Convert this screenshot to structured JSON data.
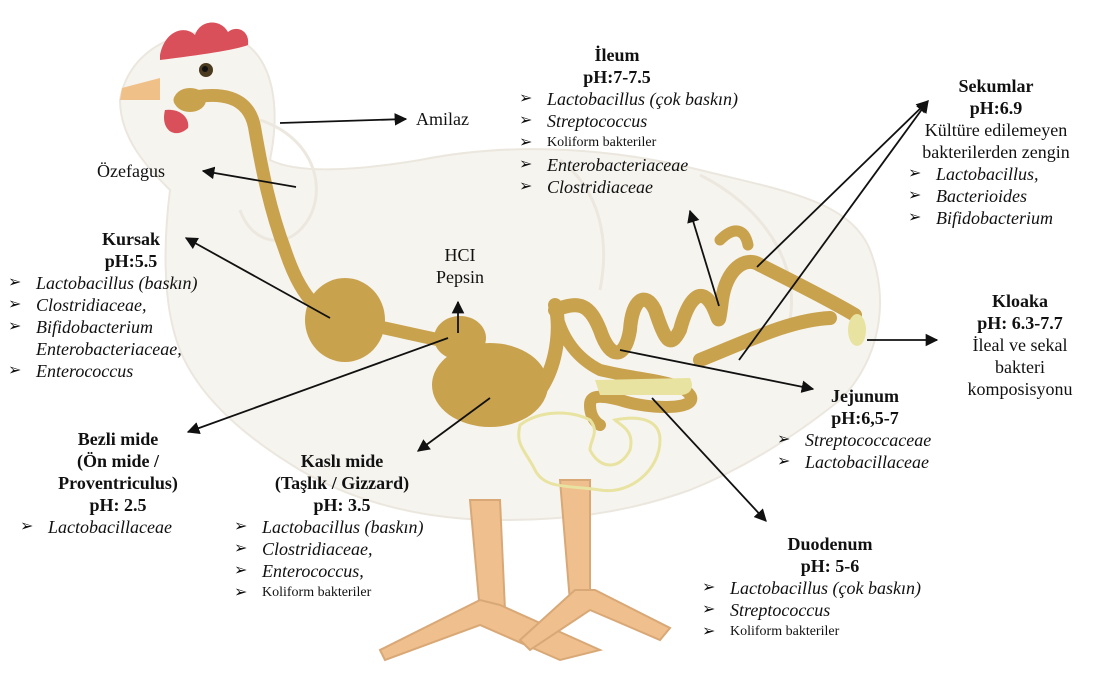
{
  "colors": {
    "tract": "#c9a24e",
    "pale_organ": "#e8e3a0",
    "body": "#f6f4ef",
    "comb": "#d9505a",
    "beak": "#f0c089",
    "legs": "#efbf8d"
  },
  "labels": {
    "ileum": {
      "title": "İleum",
      "ph": "pH:7-7.5",
      "items": [
        "Lactobacillus (çok baskın)",
        "Streptococcus",
        "Koliform bakteriler",
        "Enterobacteriaceae",
        "Clostridiaceae"
      ]
    },
    "sekumlar": {
      "title": "Sekumlar",
      "ph": "pH:6.9",
      "desc": [
        "Kültüre edilemeyen",
        "bakterilerden zengin"
      ],
      "items": [
        "Lactobacillus,",
        "Bacterioides",
        "Bifidobacterium"
      ]
    },
    "amilaz": "Amilaz",
    "ozefagus": "Özefagus",
    "kursak": {
      "title": "Kursak",
      "ph": "pH:5.5",
      "items": [
        "Lactobacillus (baskın)",
        "Clostridiaceae,",
        "Bifidobacterium",
        "Enterobacteriaceae,",
        "Enterococcus"
      ]
    },
    "hcl": [
      "HCI",
      "Pepsin"
    ],
    "kloaka": {
      "title": "Kloaka",
      "ph": "pH: 6.3-7.7",
      "desc": [
        "İleal ve sekal",
        "bakteri",
        "komposisyonu"
      ]
    },
    "jejunum": {
      "title": "Jejunum",
      "ph": "pH:6,5-7",
      "items": [
        "Streptococcaceae",
        "Lactobacillaceae"
      ]
    },
    "bezli_mide": {
      "title": [
        "Bezli mide",
        "(Ön mide /",
        "Proventriculus)"
      ],
      "ph": "pH: 2.5",
      "items": [
        "Lactobacillaceae"
      ]
    },
    "kasli_mide": {
      "title": [
        "Kaslı mide",
        "(Taşlık / Gizzard)"
      ],
      "ph": "pH: 3.5",
      "items": [
        "Lactobacillus (baskın)",
        "Clostridiaceae,",
        "Enterococcus,",
        "Koliform bakteriler"
      ]
    },
    "duodenum": {
      "title": "Duodenum",
      "ph": "pH: 5-6",
      "items": [
        "Lactobacillus (çok baskın)",
        "Streptococcus",
        "Koliform bakteriler"
      ]
    }
  }
}
